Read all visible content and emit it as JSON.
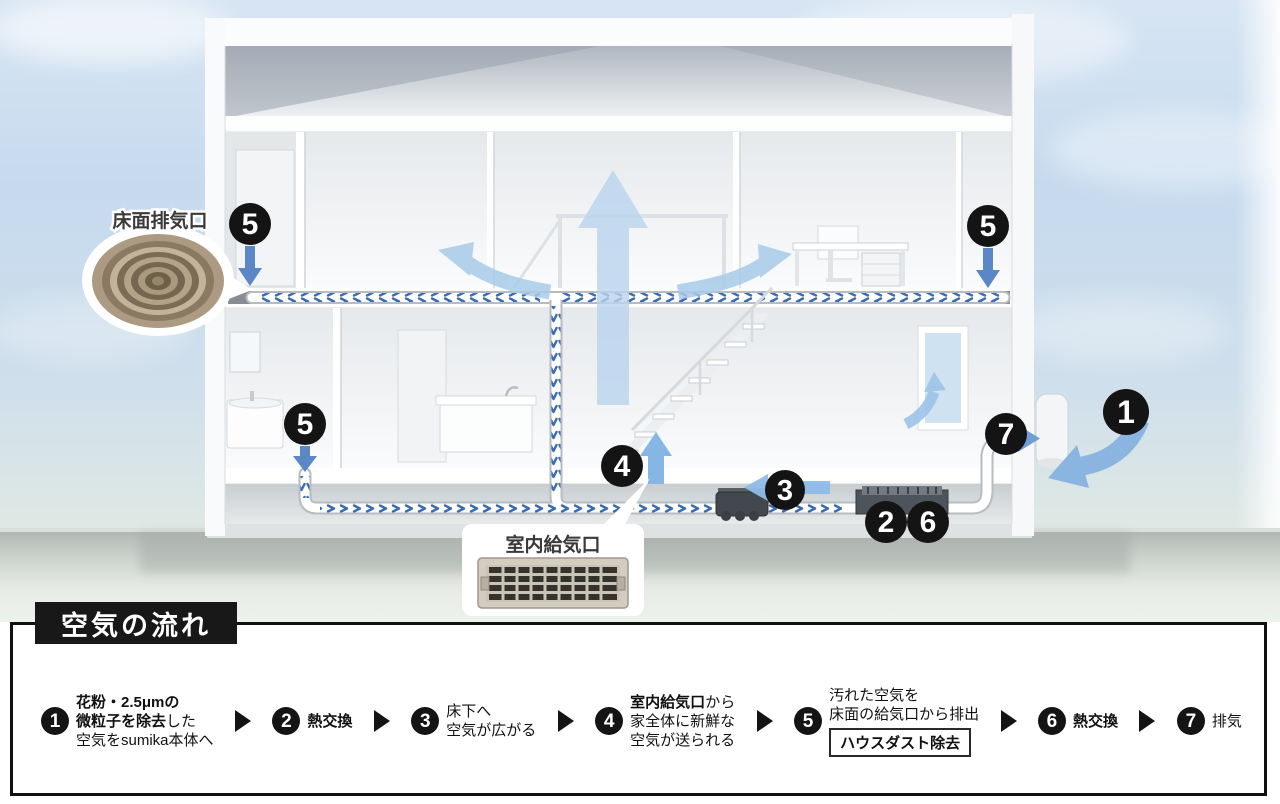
{
  "diagram": {
    "callouts": {
      "floor_exhaust": "床面排気口",
      "indoor_supply": "室内給気口"
    },
    "badges": {
      "floor2_left": "5",
      "floor2_right": "5",
      "floor1_left": "5",
      "indoor_supply": "4",
      "underfloor_spread": "3",
      "hx_in": "2",
      "hx_out": "6",
      "exhaust": "7",
      "intake": "1"
    },
    "colors": {
      "badge_bg": "#141414",
      "arrow_pale": "#b9d3ee",
      "arrow_mid": "#85b1de",
      "chevron_blue": "#3a6cb2",
      "sky": "#c9dbee"
    }
  },
  "legend": {
    "title": "空気の流れ",
    "steps": [
      {
        "num": "1",
        "lines": [
          [
            {
              "t": "花粉・2.5μmの",
              "b": 1
            }
          ],
          [
            {
              "t": "微粒子を除去",
              "b": 1
            },
            {
              "t": "した",
              "b": 0
            }
          ],
          [
            {
              "t": "空気をsumika本体へ",
              "b": 0
            }
          ]
        ]
      },
      {
        "num": "2",
        "lines": [
          [
            {
              "t": "熱交換",
              "b": 1
            }
          ]
        ]
      },
      {
        "num": "3",
        "lines": [
          [
            {
              "t": "床下へ",
              "b": 0
            }
          ],
          [
            {
              "t": "空気が広がる",
              "b": 0
            }
          ]
        ]
      },
      {
        "num": "4",
        "lines": [
          [
            {
              "t": "室内給気口",
              "b": 1
            },
            {
              "t": "から",
              "b": 0
            }
          ],
          [
            {
              "t": "家全体に新鮮な",
              "b": 0
            }
          ],
          [
            {
              "t": "空気が送られる",
              "b": 0
            }
          ]
        ]
      },
      {
        "num": "5",
        "lines": [
          [
            {
              "t": "汚れた空気を",
              "b": 0
            }
          ],
          [
            {
              "t": "床面の給気口から排出",
              "b": 0
            }
          ]
        ],
        "box": "ハウスダスト除去"
      },
      {
        "num": "6",
        "lines": [
          [
            {
              "t": "熱交換",
              "b": 1
            }
          ]
        ]
      },
      {
        "num": "7",
        "lines": [
          [
            {
              "t": "排気",
              "b": 0
            }
          ]
        ]
      }
    ]
  }
}
